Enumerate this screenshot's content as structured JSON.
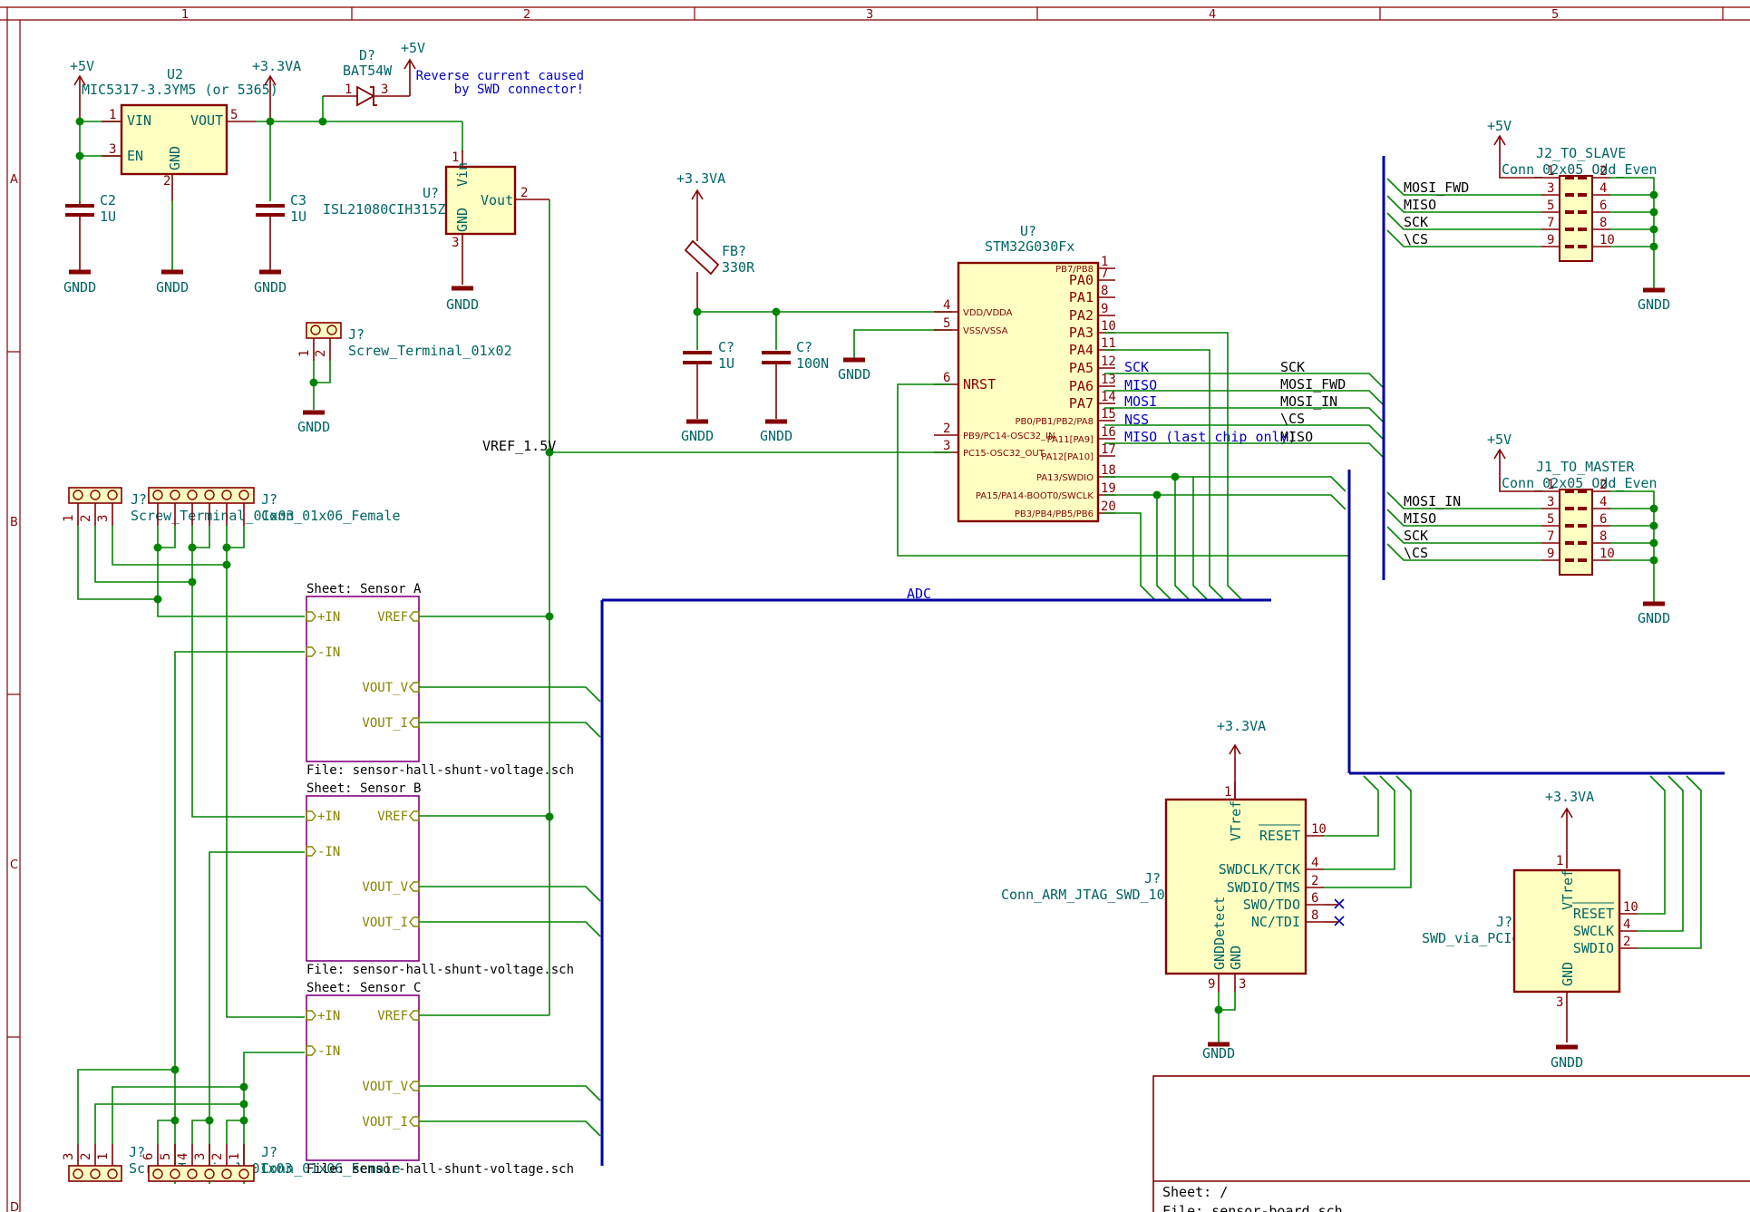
{
  "frame": {
    "columns": [
      "1",
      "2",
      "3",
      "4",
      "5"
    ],
    "rows": [
      "A",
      "B",
      "C",
      "D"
    ]
  },
  "power": {
    "p5v": "+5V",
    "p33va": "+3.3VA",
    "gndd": "GNDD"
  },
  "components": {
    "u2": {
      "ref": "U2",
      "value": "MIC5317-3.3YM5 (or 5365)",
      "pins": {
        "vin": "VIN",
        "en": "EN",
        "gnd": "GND",
        "vout": "VOUT",
        "n1": "1",
        "n3": "3",
        "n2": "2",
        "n5": "5"
      }
    },
    "c2": {
      "ref": "C2",
      "value": "1U"
    },
    "c3": {
      "ref": "C3",
      "value": "1U"
    },
    "d1": {
      "ref": "D?",
      "value": "BAT54W",
      "n1": "1",
      "n3": "3"
    },
    "note": [
      "Reverse current caused",
      "by SWD connector!"
    ],
    "uref": {
      "ref": "U?",
      "value": "ISL21080CIH315Z",
      "pins": {
        "vin": "Vin",
        "gnd": "GND",
        "vout": "Vout",
        "n1": "1",
        "n2": "2",
        "n3": "3"
      }
    },
    "jterm2": {
      "ref": "J?",
      "value": "Screw_Terminal_01x02",
      "n1": "1",
      "n2": "2"
    },
    "fb": {
      "ref": "FB?",
      "value": "330R"
    },
    "cx1": {
      "ref": "C?",
      "value": "1U"
    },
    "cx2": {
      "ref": "C?",
      "value": "100N"
    },
    "mcu": {
      "ref": "U?",
      "value": "STM32G030Fx",
      "left_pins": [
        {
          "num": "4",
          "name": "VDD/VDDA"
        },
        {
          "num": "5",
          "name": "VSS/VSSA"
        },
        {
          "num": "6",
          "name": "NRST"
        },
        {
          "num": "2",
          "name": "PB9/PC14-OSC32_IN"
        },
        {
          "num": "3",
          "name": "PC15-OSC32_OUT"
        }
      ],
      "right_pins": [
        {
          "num": "1",
          "name": "PB7/PB8"
        },
        {
          "num": "7",
          "name": "PA0"
        },
        {
          "num": "8",
          "name": "PA1"
        },
        {
          "num": "9",
          "name": "PA2"
        },
        {
          "num": "10",
          "name": "PA3"
        },
        {
          "num": "11",
          "name": "PA4"
        },
        {
          "num": "12",
          "name": "PA5"
        },
        {
          "num": "13",
          "name": "PA6"
        },
        {
          "num": "14",
          "name": "PA7"
        },
        {
          "num": "15",
          "name": "PB0/PB1/PB2/PA8"
        },
        {
          "num": "16",
          "name": "PA11[PA9]"
        },
        {
          "num": "17",
          "name": "PA12[PA10]"
        },
        {
          "num": "18",
          "name": "PA13/SWDIO"
        },
        {
          "num": "19",
          "name": "PA15/PA14-BOOT0/SWCLK"
        },
        {
          "num": "20",
          "name": "PB3/PB4/PB5/PB6"
        }
      ],
      "local_labels": [
        "SCK",
        "MISO",
        "MOSI",
        "NSS",
        "MISO (last chip only)"
      ]
    },
    "j2": {
      "ref": "J2_TO_SLAVE",
      "value": "Conn_02x05_Odd_Even",
      "left": [
        "1",
        "3",
        "5",
        "7",
        "9"
      ],
      "right": [
        "2",
        "4",
        "6",
        "8",
        "10"
      ]
    },
    "j1": {
      "ref": "J1_TO_MASTER",
      "value": "Conn_02x05_Odd_Even",
      "left": [
        "1",
        "3",
        "5",
        "7",
        "9"
      ],
      "right": [
        "2",
        "4",
        "6",
        "8",
        "10"
      ]
    },
    "jswd": {
      "ref": "J?",
      "value": "Conn_ARM_JTAG_SWD_10",
      "pins": [
        {
          "num": "10",
          "name": "RESET"
        },
        {
          "num": "4",
          "name": "SWDCLK/TCK"
        },
        {
          "num": "2",
          "name": "SWDIO/TMS"
        },
        {
          "num": "6",
          "name": "SWO/TDO"
        },
        {
          "num": "8",
          "name": "NC/TDI"
        }
      ],
      "vtref": "VTref",
      "n1": "1",
      "gnddetect": "GNDDetect",
      "gnd": "GND",
      "n9": "9",
      "n3": "3"
    },
    "jpcie": {
      "ref": "J?",
      "value": "SWD_via_PCIe",
      "pins": [
        {
          "num": "10",
          "name": "RESET"
        },
        {
          "num": "4",
          "name": "SWCLK"
        },
        {
          "num": "2",
          "name": "SWDIO"
        }
      ],
      "vtref": "VTref",
      "gnd": "GND",
      "n1": "1",
      "n3": "3"
    },
    "jtop3": {
      "ref": "J?",
      "value": "Screw_Terminal_01x03",
      "pins": [
        "1",
        "2",
        "3"
      ]
    },
    "jtop6": {
      "ref": "J?",
      "value": "Conn_01x06_Female"
    },
    "jbot3": {
      "ref": "J?",
      "value": "Screw_Terminal_01x03",
      "pins": [
        "3",
        "2",
        "1"
      ]
    },
    "jbot6": {
      "ref": "J?",
      "value": "Conn_01x06_Female",
      "pins": [
        "6",
        "5",
        "4",
        "3",
        "2",
        "1"
      ]
    }
  },
  "nets": {
    "vref": "VREF_1.5V",
    "adc": "ADC",
    "bus_slave": [
      "MOSI_FWD",
      "MISO",
      "SCK",
      "\\CS"
    ],
    "bus_master": [
      "MOSI_IN",
      "MISO",
      "SCK",
      "\\CS"
    ],
    "mcu_bus": [
      "SCK",
      "MOSI_FWD",
      "MOSI_IN",
      "\\CS",
      "MISO"
    ]
  },
  "sheets": [
    {
      "title": "Sheet: Sensor A",
      "file": "File: sensor-hall-shunt-voltage.sch"
    },
    {
      "title": "Sheet: Sensor B",
      "file": "File: sensor-hall-shunt-voltage.sch"
    },
    {
      "title": "Sheet: Sensor C",
      "file": "File: sensor-hall-shunt-voltage.sch"
    }
  ],
  "sheet_pins": {
    "pin": "+IN",
    "nin": "-IN",
    "vref": "VREF",
    "voutv": "VOUT_V",
    "vouti": "VOUT_I"
  },
  "title_block": {
    "sheet": "Sheet: /",
    "file": "File: sensor-board.sch"
  }
}
